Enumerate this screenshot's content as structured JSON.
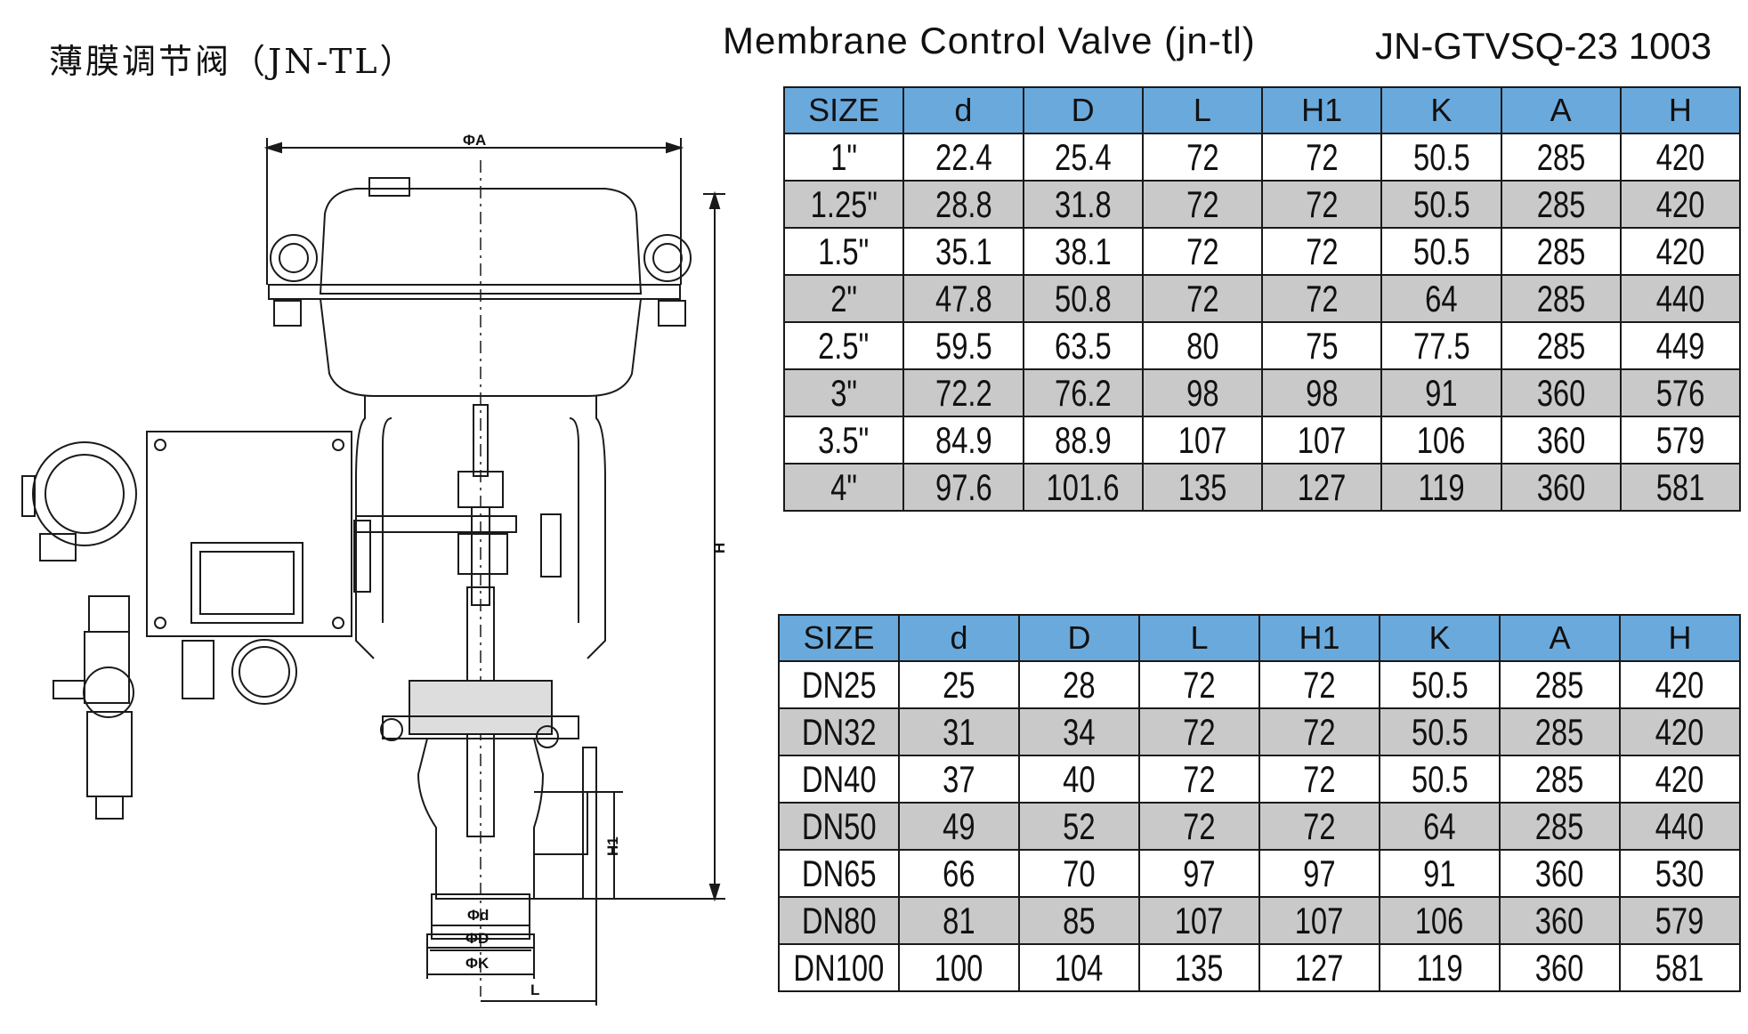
{
  "header": {
    "title_cn": "薄膜调节阀（JN-TL）",
    "title_en": "Membrane Control Valve (jn-tl)",
    "code": "JN-GTVSQ-23 1003"
  },
  "drawing": {
    "labels": {
      "phiA": "ΦA",
      "H": "H",
      "H1": "H1",
      "phid": "Φd",
      "phiD": "ΦD",
      "phiK": "ΦK",
      "L": "L"
    }
  },
  "table1": {
    "headers": [
      "SIZE",
      "d",
      "D",
      "L",
      "H1",
      "K",
      "A",
      "H"
    ],
    "rows": [
      [
        "1\"",
        "22.4",
        "25.4",
        "72",
        "72",
        "50.5",
        "285",
        "420"
      ],
      [
        "1.25\"",
        "28.8",
        "31.8",
        "72",
        "72",
        "50.5",
        "285",
        "420"
      ],
      [
        "1.5\"",
        "35.1",
        "38.1",
        "72",
        "72",
        "50.5",
        "285",
        "420"
      ],
      [
        "2\"",
        "47.8",
        "50.8",
        "72",
        "72",
        "64",
        "285",
        "440"
      ],
      [
        "2.5\"",
        "59.5",
        "63.5",
        "80",
        "75",
        "77.5",
        "285",
        "449"
      ],
      [
        "3\"",
        "72.2",
        "76.2",
        "98",
        "98",
        "91",
        "360",
        "576"
      ],
      [
        "3.5\"",
        "84.9",
        "88.9",
        "107",
        "107",
        "106",
        "360",
        "579"
      ],
      [
        "4\"",
        "97.6",
        "101.6",
        "135",
        "127",
        "119",
        "360",
        "581"
      ]
    ]
  },
  "table2": {
    "headers": [
      "SIZE",
      "d",
      "D",
      "L",
      "H1",
      "K",
      "A",
      "H"
    ],
    "rows": [
      [
        "DN25",
        "25",
        "28",
        "72",
        "72",
        "50.5",
        "285",
        "420"
      ],
      [
        "DN32",
        "31",
        "34",
        "72",
        "72",
        "50.5",
        "285",
        "420"
      ],
      [
        "DN40",
        "37",
        "40",
        "72",
        "72",
        "50.5",
        "285",
        "420"
      ],
      [
        "DN50",
        "49",
        "52",
        "72",
        "72",
        "64",
        "285",
        "440"
      ],
      [
        "DN65",
        "66",
        "70",
        "97",
        "97",
        "91",
        "360",
        "530"
      ],
      [
        "DN80",
        "81",
        "85",
        "107",
        "107",
        "106",
        "360",
        "579"
      ],
      [
        "DN100",
        "100",
        "104",
        "135",
        "127",
        "119",
        "360",
        "581"
      ]
    ]
  },
  "colors": {
    "header_fill": "#6aa9dc",
    "stripe_fill": "#c9c9c9"
  }
}
